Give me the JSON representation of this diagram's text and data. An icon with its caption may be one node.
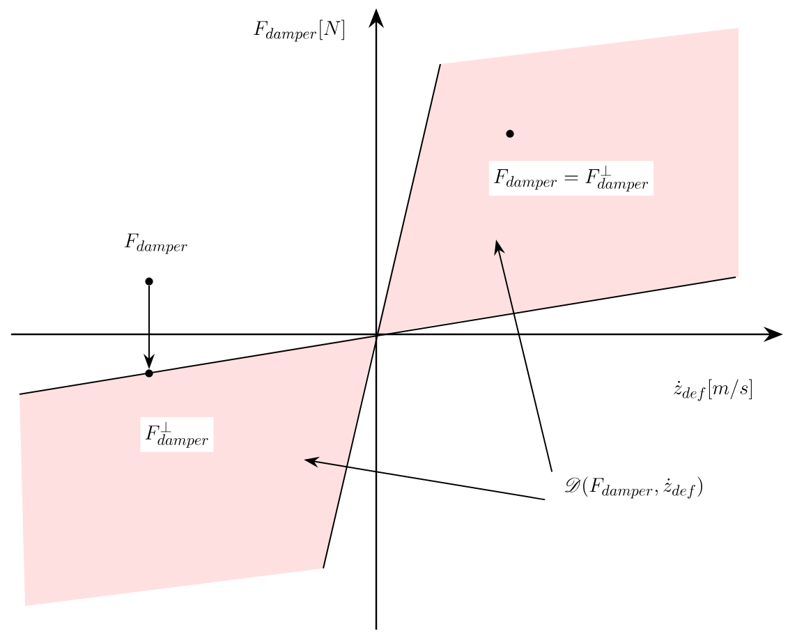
{
  "diagram": {
    "nodes": [
      {
        "text": [
          "F_{damper}"
        ]
      },
      {
        "text": [],
        "shape": "circle"
      },
      {
        "text": [],
        "shape": "circle"
      },
      {
        "text": [
          "F^{\\perp}_{damper}"
        ]
      },
      {
        "text": [
          "F_{damper} = F^{\\perp}_{damper}"
        ]
      },
      {
        "text": [
          "\\mathscr{D}(F_{damper},\\dot{z}_{def})"
        ]
      }
    ],
    "edges": [
      {
        "from": 1,
        "to": 2,
        "arrow": "to"
      },
      {
        "from": 5,
        "to": null,
        "arrow": "to"
      },
      {
        "from": 5,
        "to": null,
        "arrow": "to"
      }
    ],
    "labels": [
      "F_{damper}[N]",
      "\\dot{z}_{def}[m/s]"
    ]
  }
}
